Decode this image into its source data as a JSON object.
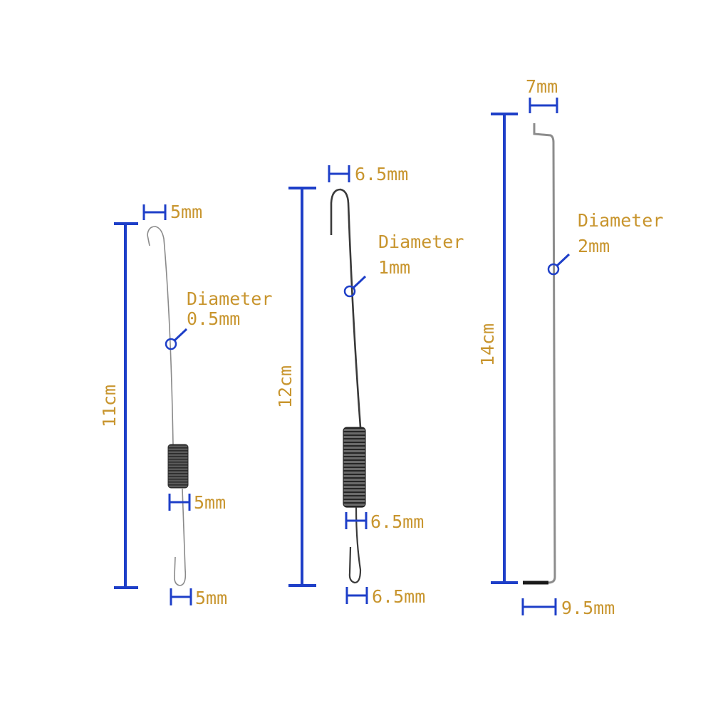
{
  "colors": {
    "dimension": "#1e3fc8",
    "label": "#c8952e",
    "wire": "#8a8a8a",
    "coil": "#3a3a3a",
    "background": "#ffffff"
  },
  "parts": [
    {
      "length": "11cm",
      "top_hook": "5mm",
      "diameter_title": "Diameter",
      "diameter_value": "0.5mm",
      "coil_width": "5mm",
      "bottom_hook": "5mm"
    },
    {
      "length": "12cm",
      "top_hook": "6.5mm",
      "diameter_title": "Diameter",
      "diameter_value": "1mm",
      "coil_width": "6.5mm",
      "bottom_hook": "6.5mm"
    },
    {
      "length": "14cm",
      "top_hook": "7mm",
      "diameter_title": "Diameter",
      "diameter_value": "2mm",
      "bottom_hook": "9.5mm"
    }
  ]
}
